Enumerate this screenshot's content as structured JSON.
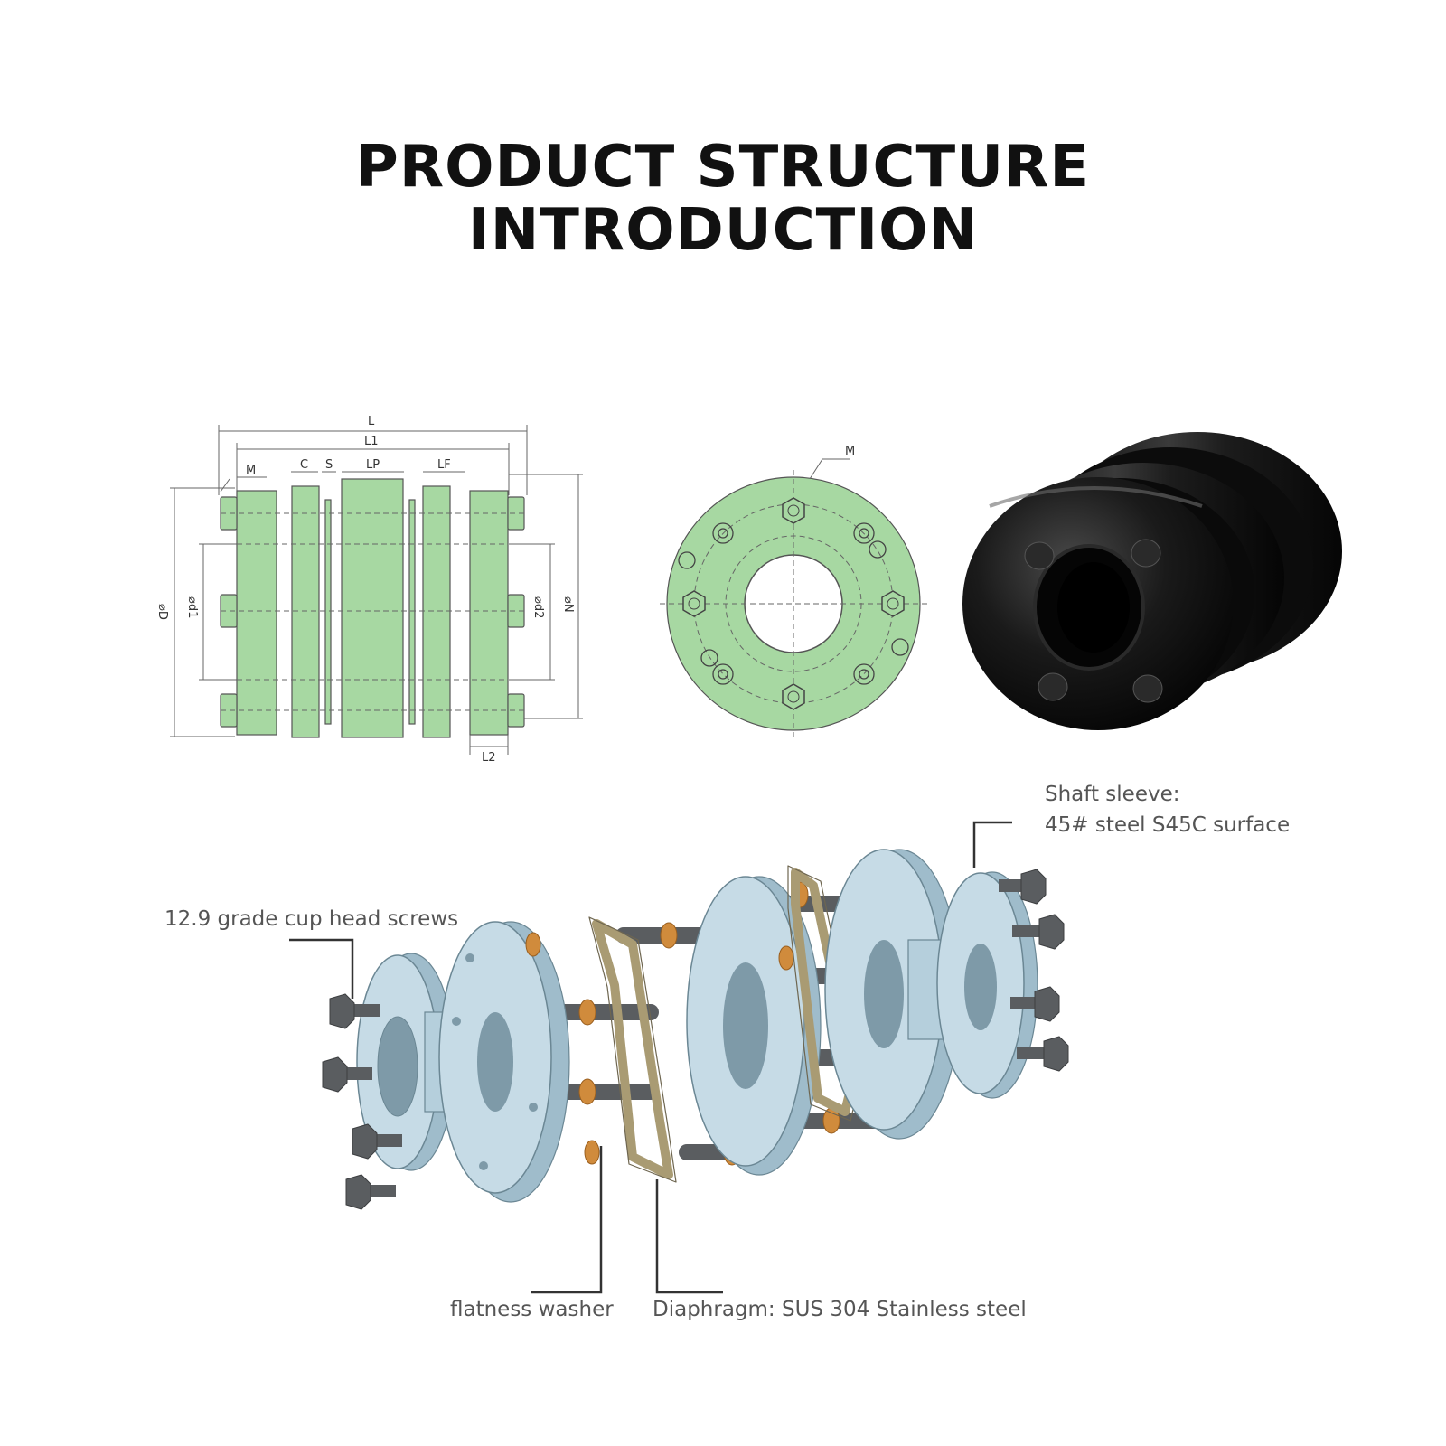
{
  "title": {
    "line1": "PRODUCT STRUCTURE",
    "line2": "INTRODUCTION"
  },
  "drawing_side": {
    "labels": {
      "L": "L",
      "L1": "L1",
      "M": "M",
      "C": "C",
      "S": "S",
      "LP": "LP",
      "LF": "LF",
      "L2": "L2",
      "D": "⌀D",
      "d1": "⌀d1",
      "d2": "⌀d2",
      "N": "⌀N"
    },
    "fill_color": "#a7d8a2"
  },
  "drawing_front": {
    "labels": {
      "M": "M"
    },
    "fill_color": "#a7d8a2"
  },
  "callouts": {
    "screws": "12.9 grade cup head screws",
    "sleeve_line1": "Shaft sleeve:",
    "sleeve_line2": "45# steel S45C surface",
    "washer": "flatness washer",
    "diaphragm": "Diaphragm: SUS 304 Stainless steel"
  },
  "colors": {
    "flange": "#c6dbe6",
    "bolt": "#5a5d60",
    "washer": "#d08b3c",
    "diaphragm": "#a99b73",
    "product_black": "#111111"
  }
}
